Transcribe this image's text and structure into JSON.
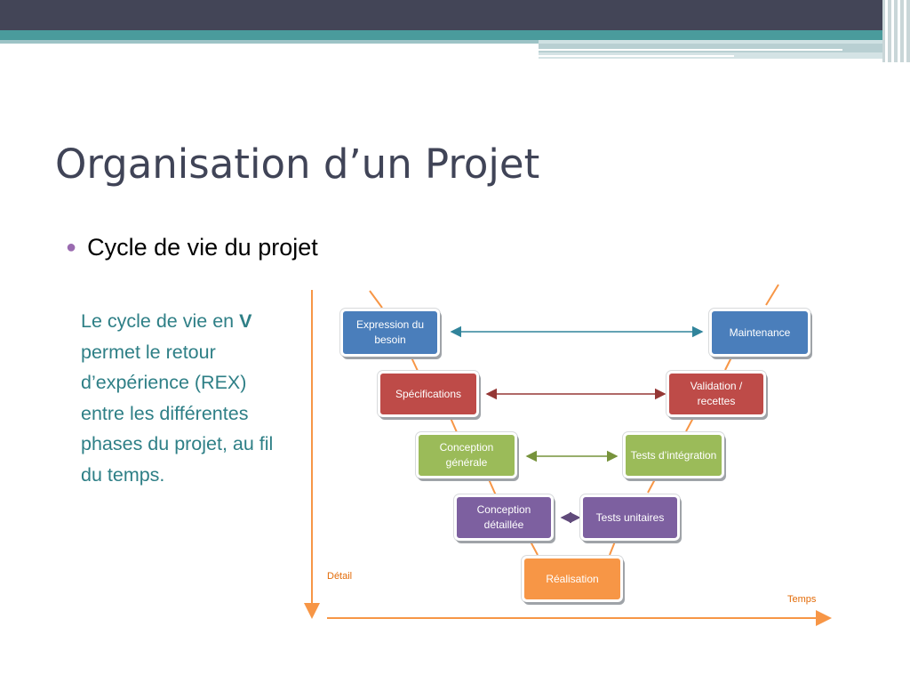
{
  "slide": {
    "title": "Organisation d’un Projet",
    "bullet": "Cycle de vie du projet",
    "description_pre": "Le cycle de vie en ",
    "description_bold": "V",
    "description_post": " permet le retour d’expérience (REX) entre les différentes phases du projet, au fil du temps."
  },
  "diagram": {
    "left_nodes": [
      {
        "label": "Expression du besoin",
        "color": "#4a7ebb"
      },
      {
        "label": "Spécifications",
        "color": "#be4b48"
      },
      {
        "label": "Conception générale",
        "color": "#9bbb59"
      },
      {
        "label": "Conception détaillée",
        "color": "#7d60a0"
      }
    ],
    "bottom_node": {
      "label": "Réalisation",
      "color": "#f79646"
    },
    "right_nodes": [
      {
        "label": "Maintenance",
        "color": "#4a7ebb"
      },
      {
        "label": "Validation / recettes",
        "color": "#be4b48"
      },
      {
        "label": "Tests d’intégration",
        "color": "#9bbb59"
      },
      {
        "label": "Tests unitaires",
        "color": "#7d60a0"
      }
    ],
    "axis": {
      "vertical_label": "Détail",
      "horizontal_label": "Temps",
      "color": "#f79646"
    }
  }
}
